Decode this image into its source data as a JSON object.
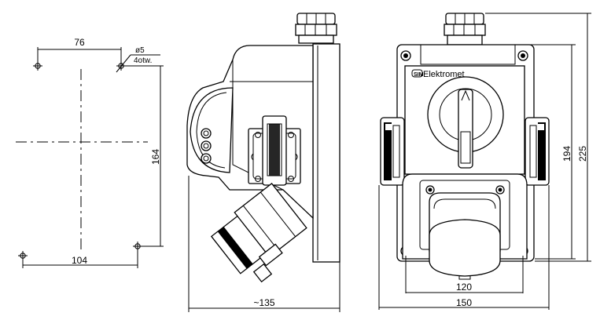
{
  "mount_template": {
    "dim_top": "76",
    "hole_diameter": "ø5",
    "hole_count": "4otw.",
    "dim_height": "164",
    "dim_bottom": "104"
  },
  "side_view": {
    "dim_depth": "~135"
  },
  "front_view": {
    "brand_name": "Elektromet",
    "dim_inner_width": "120",
    "dim_outer_width": "150",
    "dim_inner_height": "194",
    "dim_outer_height": "225"
  }
}
